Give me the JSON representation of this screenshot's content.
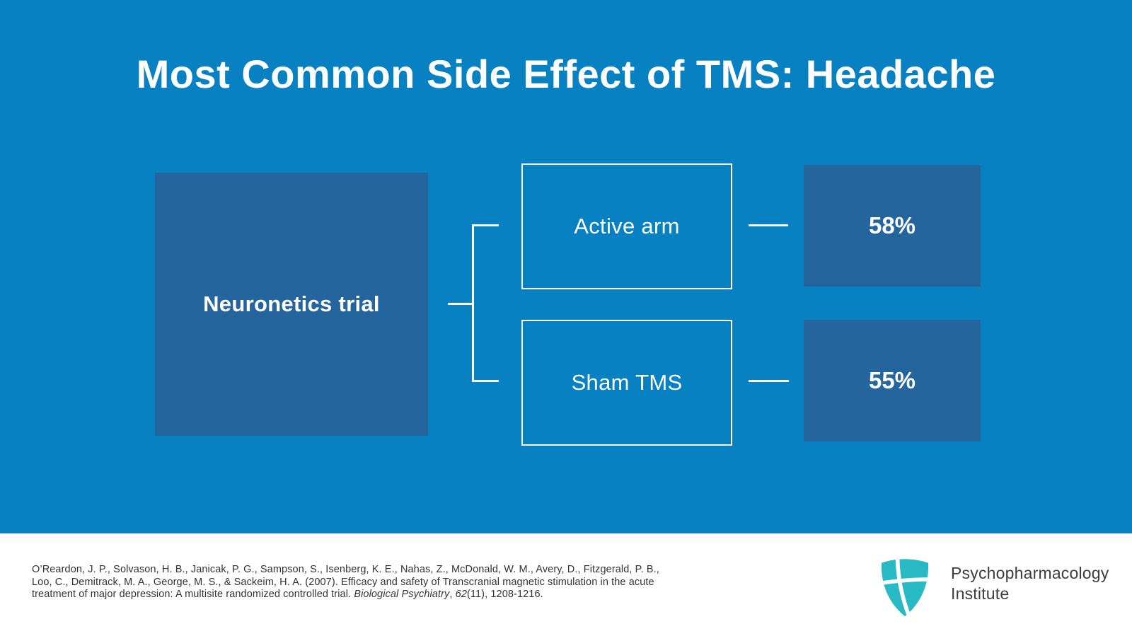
{
  "slide": {
    "title": "Most Common Side Effect of TMS: Headache",
    "colors": {
      "background_blue": "#0781c1",
      "box_blue": "#25659e",
      "line_white": "#ffffff",
      "logo_teal": "#29b9c4",
      "citation_gray": "#333333",
      "logo_text_gray": "#3d3d3d"
    }
  },
  "diagram": {
    "root": {
      "label": "Neuronetics trial"
    },
    "branches": [
      {
        "label": "Active arm",
        "value": "58%"
      },
      {
        "label": "Sham TMS",
        "value": "55%"
      }
    ]
  },
  "footer": {
    "citation": {
      "line1": "O’Reardon, J. P., Solvason, H. B., Janicak, P. G., Sampson, S., Isenberg, K. E., Nahas, Z., McDonald, W. M., Avery, D., Fitzgerald, P. B.,",
      "line2": "Loo, C., Demitrack, M. A., George, M. S., & Sackeim, H. A. (2007). Efficacy and safety of Transcranial magnetic stimulation in the acute",
      "line3_prefix": "treatment of major depression: A multisite randomized controlled trial. ",
      "journal": "Biological Psychiatry",
      "separator": ", ",
      "volume": "62",
      "suffix": "(11), 1208-1216."
    },
    "logo": {
      "icon": "shield-cross-icon",
      "line1": "Psychopharmacology",
      "line2": "Institute"
    }
  }
}
